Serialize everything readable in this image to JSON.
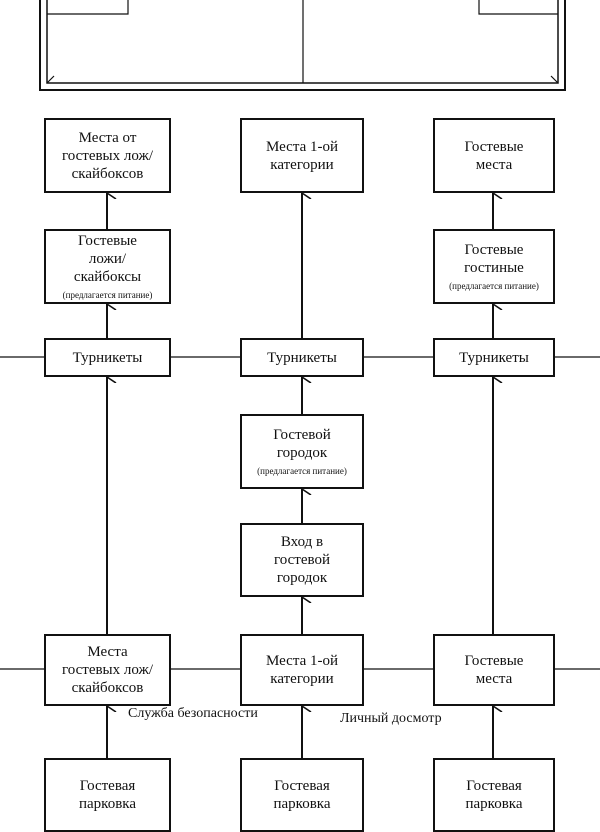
{
  "boxes": {
    "lodge_seats": {
      "text": "Места от\nгостевых лож/\nскайбоксов"
    },
    "cat1_seats": {
      "text": "Места 1-ой\nкатегории"
    },
    "guest_seats": {
      "text": "Гостевые\nместа"
    },
    "lodges": {
      "text": "Гостевые\nложи/\nскайбоксы",
      "sub": "(предлагается питание)"
    },
    "lounges": {
      "text": "Гостевые\nгостиные",
      "sub": "(предлагается питание)"
    },
    "turnstile_1": {
      "text": "Турникеты"
    },
    "turnstile_2": {
      "text": "Турникеты"
    },
    "turnstile_3": {
      "text": "Турникеты"
    },
    "village": {
      "text": "Гостевой\nгородок",
      "sub": "(предлагается питание)"
    },
    "village_entry": {
      "text": "Вход в\nгостевой\nгородок"
    },
    "lodge_zone": {
      "text": "Места\nгостевых лож/\nскайбоксов"
    },
    "cat1_zone": {
      "text": "Места 1-ой\nкатегории"
    },
    "guest_zone": {
      "text": "Гостевые\nместа"
    },
    "parking_1": {
      "text": "Гостевая\nпарковка"
    },
    "parking_2": {
      "text": "Гостевая\nпарковка"
    },
    "parking_3": {
      "text": "Гостевая\nпарковка"
    }
  },
  "labels": {
    "security": "Служба безопасности",
    "search": "Личный досмотр"
  }
}
